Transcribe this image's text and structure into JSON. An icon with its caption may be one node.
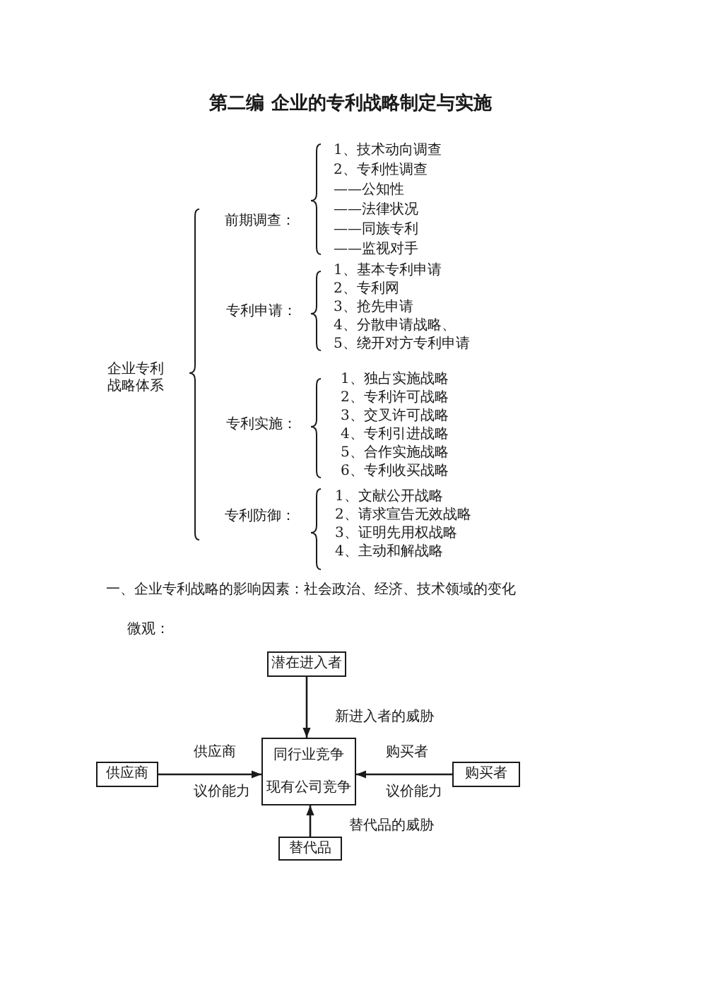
{
  "diagram": {
    "title": "第二编 企业的专利战略制定与实施",
    "nodes": [
      {
        "text": [
          "潜在进入者"
        ]
      },
      {
        "text": [
          "同行业竞争",
          "现有公司竞争"
        ]
      },
      {
        "text": [
          "供应商"
        ]
      },
      {
        "text": [
          "购买者"
        ]
      },
      {
        "text": [
          "替代品"
        ]
      }
    ],
    "edges": [
      {
        "from": 0,
        "to": 1,
        "arrow": "to",
        "label": "新进入者的威胁"
      },
      {
        "from": 2,
        "to": 1,
        "arrow": "to",
        "label": "供应商"
      },
      {
        "from": 3,
        "to": 1,
        "arrow": "to",
        "label": "购买者"
      },
      {
        "from": 4,
        "to": 1,
        "arrow": "to",
        "label": "替代品的威胁"
      }
    ],
    "labels": [
      "企业专利战略体系",
      "前期调查：",
      "1、技术动向调查",
      "2、专利性调查",
      "——公知性",
      "——法律状况",
      "——同族专利",
      "——监视对手",
      "专利申请：",
      "1、基本专利申请",
      "2、专利网",
      "3、抢先申请",
      "4、分散申请战略、",
      "5、绕开对方专利申请",
      "专利实施：",
      "1、独占实施战略",
      "2、专利许可战略",
      "3、交叉许可战略",
      "4、专利引进战略",
      "5、合作实施战略",
      "6、专利收买战略",
      "专利防御：",
      "1、文献公开战略",
      "2、请求宣告无效战略",
      "3、证明先用权战略",
      "4、主动和解战略",
      "一、企业专利战略的影响因素：社会政治、经济、技术领域的变化",
      "微观：",
      "议价能力",
      "议价能力"
    ]
  }
}
